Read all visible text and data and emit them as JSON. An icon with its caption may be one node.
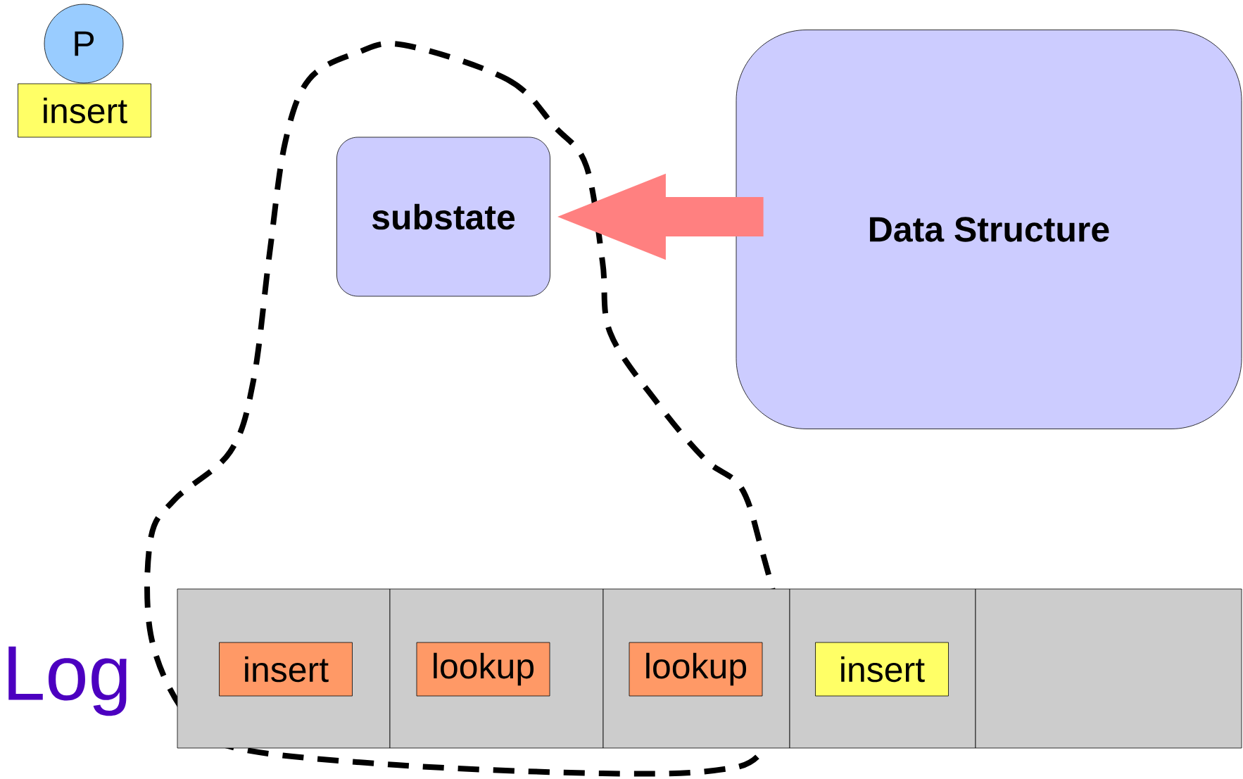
{
  "diagram": {
    "nodes": [
      {
        "text": [
          "P"
        ]
      },
      {
        "text": [
          "insert"
        ]
      },
      {
        "text": [
          "substate"
        ]
      },
      {
        "text": [
          "Data Structure"
        ]
      },
      {
        "text": [],
        "shape": "box"
      },
      {
        "text": [],
        "shape": "box"
      },
      {
        "text": [],
        "shape": "box"
      },
      {
        "text": [],
        "shape": "box"
      },
      {
        "text": [],
        "shape": "box"
      },
      {
        "text": [
          "insert"
        ],
        "in": 4
      },
      {
        "text": [
          "lookup"
        ],
        "in": 5
      },
      {
        "text": [
          "lookup"
        ],
        "in": 6
      },
      {
        "text": [
          "insert"
        ],
        "in": 7
      }
    ],
    "edges": [
      {
        "from": 3,
        "to": 2,
        "arrow": "to",
        "color": "#ff8080"
      }
    ],
    "labels": [
      "Log"
    ]
  }
}
